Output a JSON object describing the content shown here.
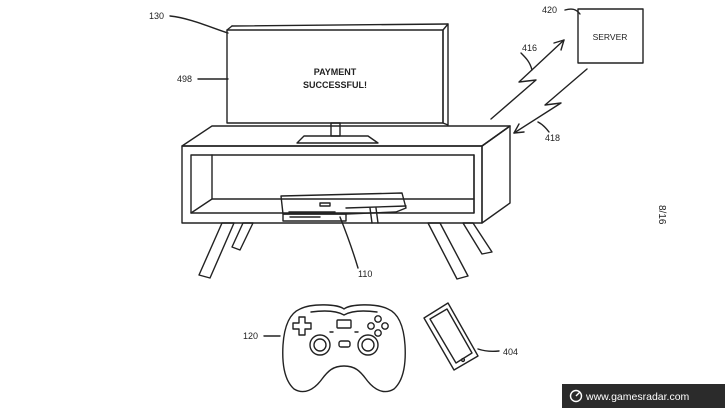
{
  "figure": {
    "page_number": "8/16",
    "screen_text": [
      "PAYMENT",
      "SUCCESSFUL!"
    ],
    "server_label": "SERVER",
    "refs": {
      "tv": "130",
      "screen": "498",
      "server": "420",
      "uplink": "416",
      "downlink": "418",
      "console": "110",
      "controller": "120",
      "phone": "404"
    }
  },
  "watermark": {
    "icon": "games-radar-logo-icon",
    "text": "www.gamesradar.com"
  },
  "colors": {
    "line": "#222222",
    "watermark_bg": "#2b2b2b",
    "watermark_text": "#ffffff"
  }
}
